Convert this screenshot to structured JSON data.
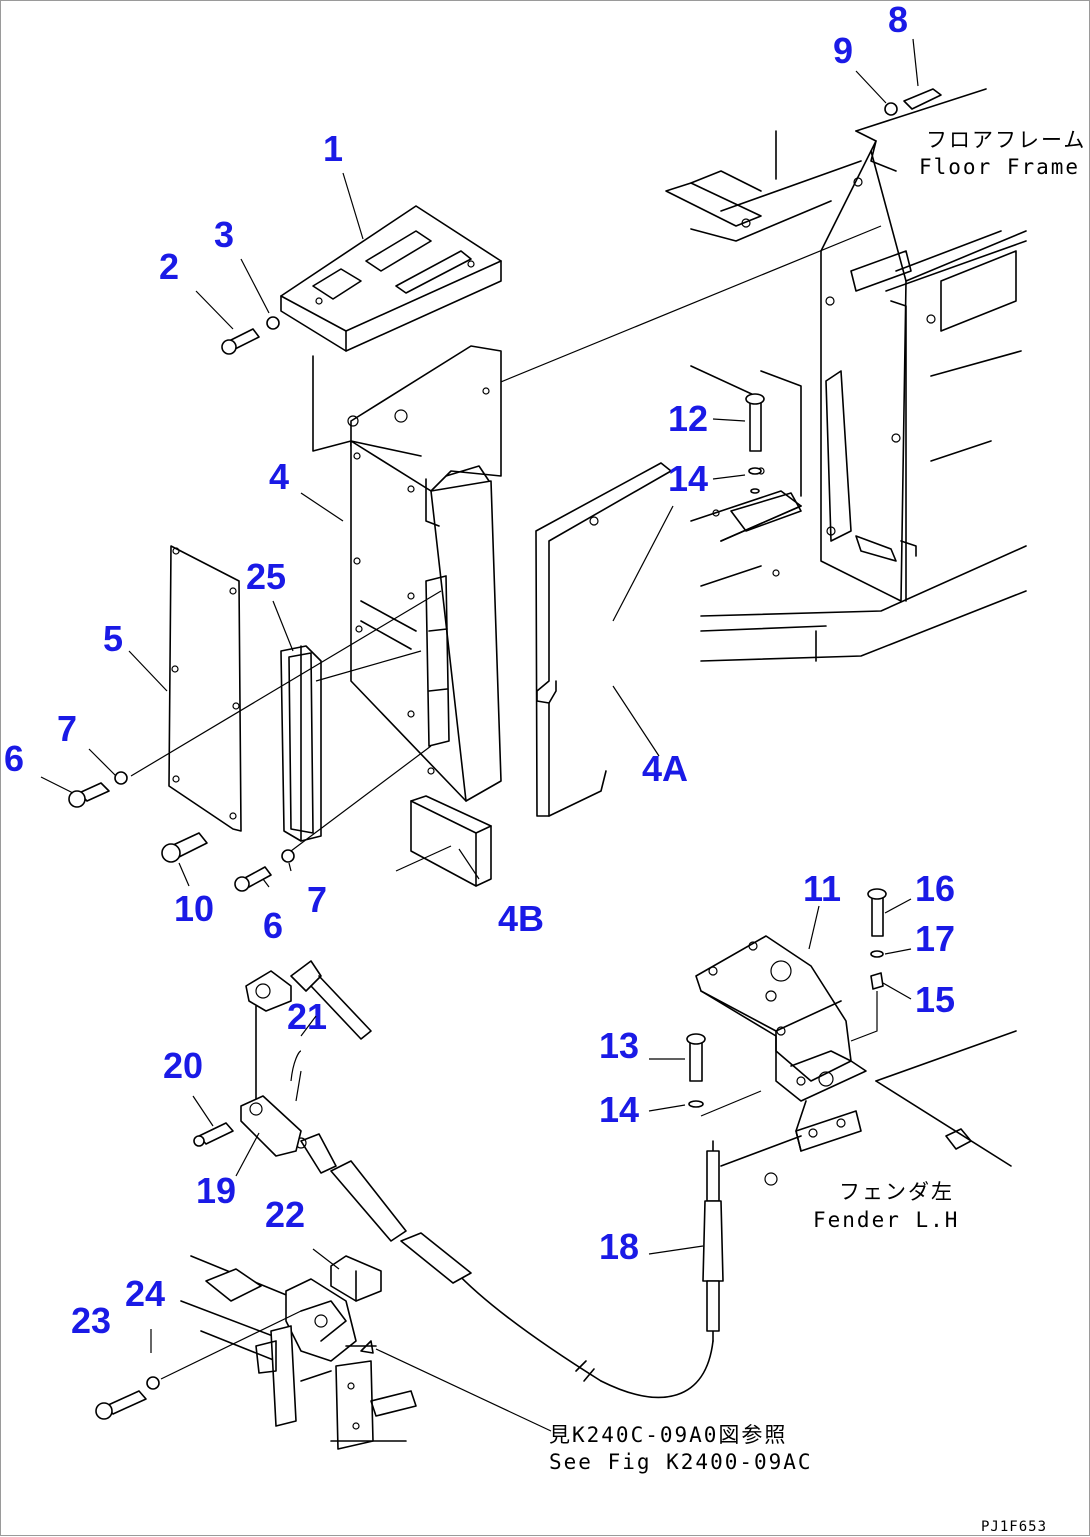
{
  "callouts": [
    {
      "id": "c1",
      "text": "1"
    },
    {
      "id": "c2",
      "text": "2"
    },
    {
      "id": "c3",
      "text": "3"
    },
    {
      "id": "c4",
      "text": "4"
    },
    {
      "id": "c4a",
      "text": "4A"
    },
    {
      "id": "c4b",
      "text": "4B"
    },
    {
      "id": "c5",
      "text": "5"
    },
    {
      "id": "c6a",
      "text": "6"
    },
    {
      "id": "c6b",
      "text": "6"
    },
    {
      "id": "c7a",
      "text": "7"
    },
    {
      "id": "c7b",
      "text": "7"
    },
    {
      "id": "c8",
      "text": "8"
    },
    {
      "id": "c9",
      "text": "9"
    },
    {
      "id": "c10",
      "text": "10"
    },
    {
      "id": "c11",
      "text": "11"
    },
    {
      "id": "c12",
      "text": "12"
    },
    {
      "id": "c13",
      "text": "13"
    },
    {
      "id": "c14a",
      "text": "14"
    },
    {
      "id": "c14b",
      "text": "14"
    },
    {
      "id": "c15",
      "text": "15"
    },
    {
      "id": "c16",
      "text": "16"
    },
    {
      "id": "c17",
      "text": "17"
    },
    {
      "id": "c18",
      "text": "18"
    },
    {
      "id": "c19",
      "text": "19"
    },
    {
      "id": "c20",
      "text": "20"
    },
    {
      "id": "c21",
      "text": "21"
    },
    {
      "id": "c22",
      "text": "22"
    },
    {
      "id": "c23",
      "text": "23"
    },
    {
      "id": "c24",
      "text": "24"
    },
    {
      "id": "c25",
      "text": "25"
    }
  ],
  "notes": {
    "floor_frame_jp": "フロアフレーム",
    "floor_frame_en": "Floor Frame",
    "fender_jp": "フェンダ左",
    "fender_en": "Fender L.H",
    "see_fig_jp": "見K240C-09A0図参照",
    "see_fig_en": "See Fig K2400-09AC"
  },
  "drawing_code": "PJ1F653"
}
